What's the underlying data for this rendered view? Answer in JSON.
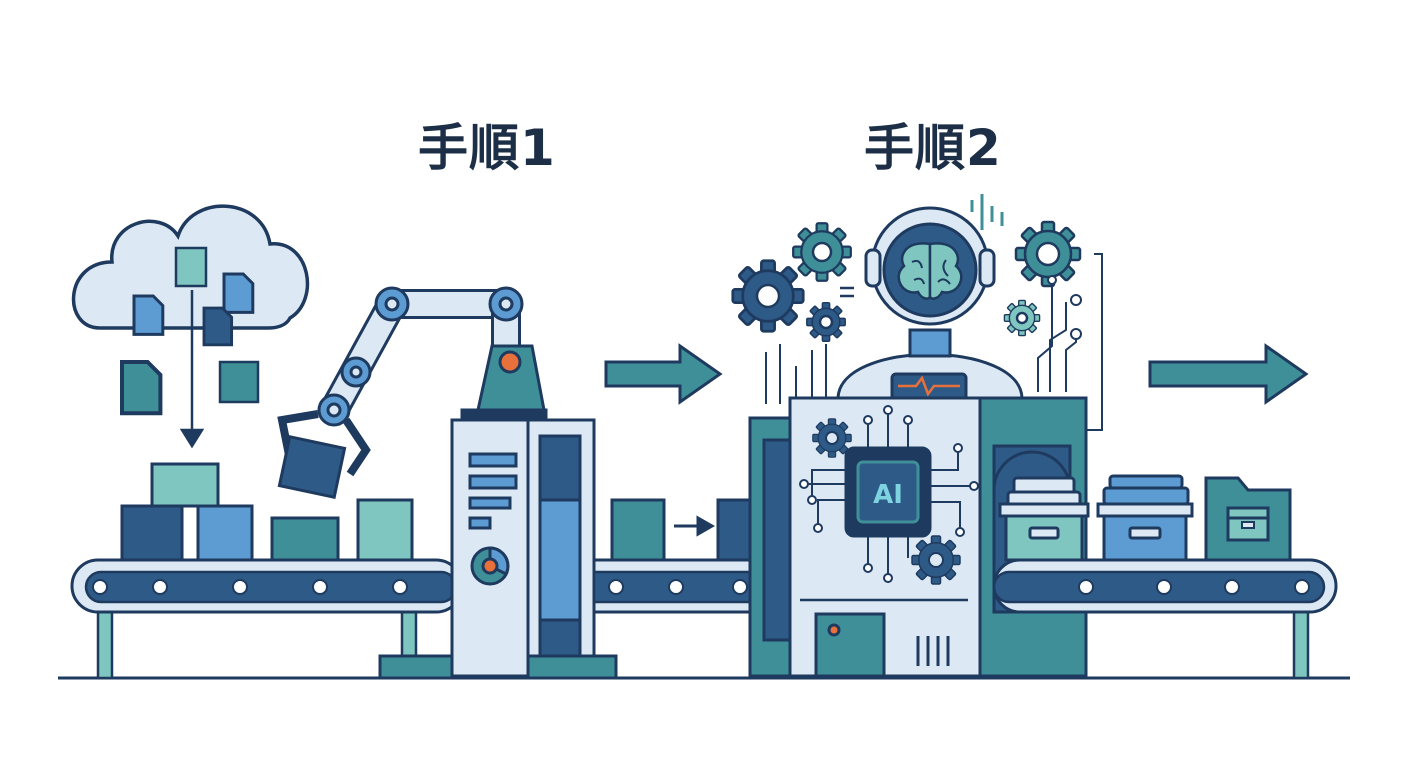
{
  "steps": [
    {
      "label": "手順1"
    },
    {
      "label": "手順2"
    }
  ],
  "chip_label": "AI",
  "colors": {
    "outline": "#1f3a5f",
    "navy": "#2e5a87",
    "teal": "#3f8f99",
    "mint": "#7ec6bf",
    "blue": "#5d9bd3",
    "light": "#dce9f5",
    "accent_orange": "#e8703a"
  }
}
